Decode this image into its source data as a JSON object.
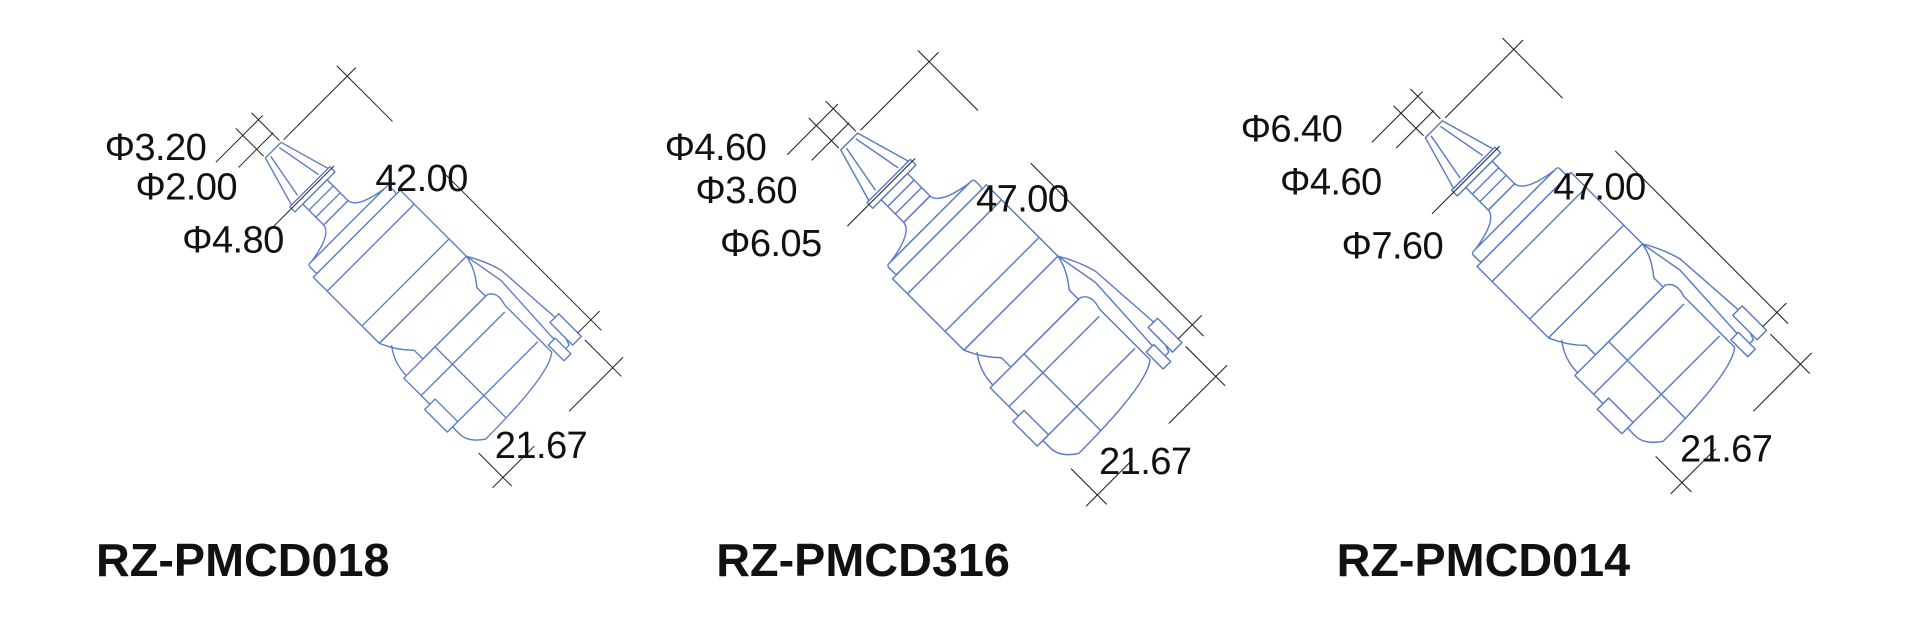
{
  "products": [
    {
      "model": "RZ-PMCD018",
      "dia_outer": "Φ3.20",
      "dia_inner": "Φ2.00",
      "dia_base": "Φ4.80",
      "length": "42.00",
      "width": "21.67"
    },
    {
      "model": "RZ-PMCD316",
      "dia_outer": "Φ4.60",
      "dia_inner": "Φ3.60",
      "dia_base": "Φ6.05",
      "length": "47.00",
      "width": "21.67"
    },
    {
      "model": "RZ-PMCD014",
      "dia_outer": "Φ6.40",
      "dia_inner": "Φ4.60",
      "dia_base": "Φ7.60",
      "length": "47.00",
      "width": "21.67"
    }
  ],
  "colors": {
    "outline": "#5b7cc4",
    "dimension": "#222222",
    "text": "#111111"
  }
}
